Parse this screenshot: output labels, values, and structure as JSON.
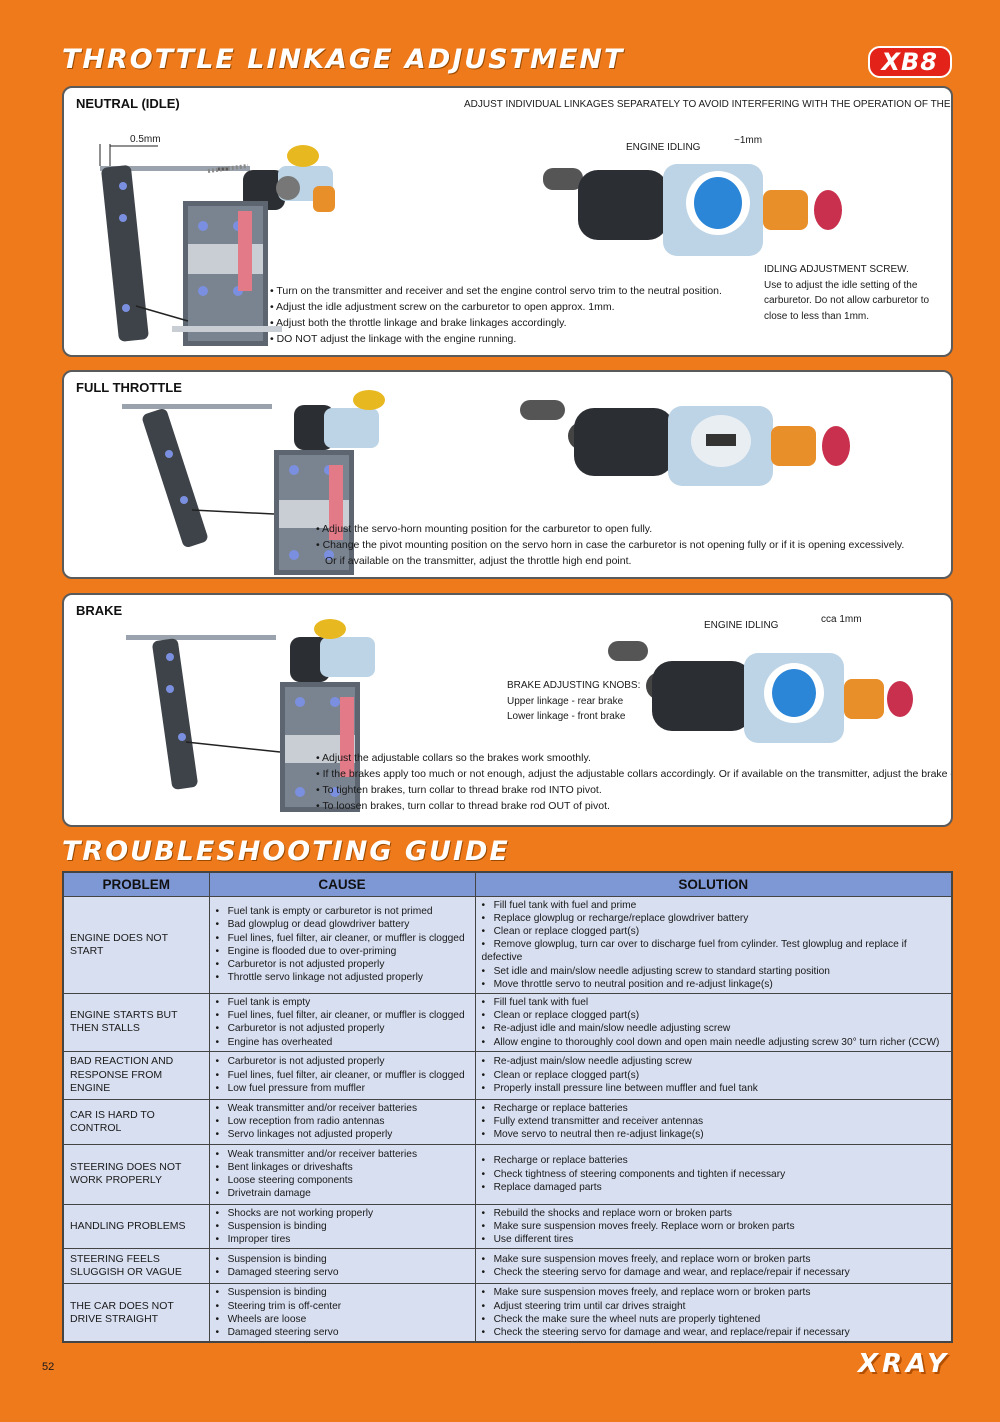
{
  "header": {
    "title": "THROTTLE LINKAGE ADJUSTMENT",
    "brand_badge": "XB8"
  },
  "neutral": {
    "label": "NEUTRAL (IDLE)",
    "note": "ADJUST INDIVIDUAL LINKAGES SEPARATELY TO AVOID INTERFERING WITH THE OPERATION OF THE OTHERS",
    "gap_label": "0.5mm",
    "engine_idling": "ENGINE IDLING",
    "idle_gap": "~1mm",
    "screw_title": "IDLING ADJUSTMENT SCREW.",
    "screw_text": [
      "Use to adjust the idle setting of the",
      "carburetor. Do not allow carburetor to",
      "close to less than 1mm."
    ],
    "bullets": [
      "Turn on the transmitter and receiver and set the engine control servo trim to the neutral position.",
      "Adjust the idle adjustment screw on the carburetor to open approx. 1mm.",
      "Adjust both the throttle linkage and brake linkages accordingly.",
      "DO NOT adjust the linkage with the engine running."
    ]
  },
  "full": {
    "label": "FULL THROTTLE",
    "bullets": [
      "Adjust the servo-horn mounting position for the carburetor to open fully.",
      "Change the pivot mounting position on the servo horn in case the carburetor is not opening fully or if it is opening excessively."
    ],
    "continuation": "Or if available on the transmitter, adjust the throttle high end point."
  },
  "brake": {
    "label": "BRAKE",
    "engine_idling": "ENGINE IDLING",
    "idle_gap": "cca 1mm",
    "knobs_title": "BRAKE ADJUSTING KNOBS:",
    "knobs_upper": "Upper linkage - rear brake",
    "knobs_lower": "Lower linkage - front brake",
    "bullets": [
      "Adjust the adjustable collars so the brakes work smoothly.",
      "If the brakes apply too much or not enough, adjust the adjustable collars accordingly. Or if available on the transmitter, adjust the brake endpoint.",
      "To tighten brakes, turn collar to thread brake rod INTO pivot.",
      "To loosen brakes, turn collar to thread brake rod OUT of pivot."
    ]
  },
  "troubleshooting": {
    "title": "TROUBLESHOOTING GUIDE",
    "headers": [
      "PROBLEM",
      "CAUSE",
      "SOLUTION"
    ],
    "rows": [
      {
        "problem": "ENGINE DOES NOT START",
        "causes": [
          "Fuel tank is empty or carburetor is not primed",
          "Bad glowplug or dead glowdriver battery",
          "Fuel lines, fuel filter, air cleaner, or muffler is clogged",
          "Engine is flooded due to over-priming",
          "Carburetor is not adjusted properly",
          "Throttle servo linkage not adjusted properly"
        ],
        "solutions": [
          "Fill fuel tank with fuel and prime",
          "Replace glowplug or recharge/replace glowdriver battery",
          "Clean or replace clogged part(s)",
          "Remove glowplug, turn car over to discharge fuel from cylinder. Test glowplug and replace if defective",
          "Set idle and main/slow needle adjusting screw to standard starting position",
          "Move throttle servo to neutral position and re-adjust linkage(s)"
        ]
      },
      {
        "problem": "ENGINE STARTS BUT THEN STALLS",
        "causes": [
          "Fuel tank is empty",
          "Fuel lines, fuel filter, air cleaner, or muffler is clogged",
          "Carburetor is not adjusted properly",
          "Engine has overheated"
        ],
        "solutions": [
          "Fill fuel tank with fuel",
          "Clean or replace clogged part(s)",
          "Re-adjust idle and main/slow needle adjusting screw",
          "Allow engine to thoroughly cool down and open main needle adjusting screw 30° turn richer (CCW)"
        ]
      },
      {
        "problem": "BAD REACTION AND RESPONSE FROM ENGINE",
        "causes": [
          "Carburetor is not adjusted properly",
          "Fuel lines, fuel filter, air cleaner, or muffler is clogged",
          "Low fuel pressure from muffler"
        ],
        "solutions": [
          "Re-adjust main/slow needle adjusting screw",
          "Clean or replace clogged part(s)",
          "Properly install pressure line between muffler and fuel tank"
        ]
      },
      {
        "problem": "CAR IS HARD TO CONTROL",
        "causes": [
          "Weak transmitter and/or receiver batteries",
          "Low reception from radio antennas",
          "Servo linkages not adjusted properly"
        ],
        "solutions": [
          "Recharge or replace batteries",
          "Fully extend transmitter and receiver antennas",
          "Move servo to neutral then re-adjust linkage(s)"
        ]
      },
      {
        "problem": "STEERING DOES NOT WORK PROPERLY",
        "causes": [
          "Weak transmitter and/or receiver batteries",
          "Bent linkages or driveshafts",
          "Loose steering components",
          "Drivetrain damage"
        ],
        "solutions": [
          "Recharge or replace batteries",
          "Check tightness of steering components and tighten if necessary",
          "Replace damaged parts"
        ]
      },
      {
        "problem": "HANDLING PROBLEMS",
        "causes": [
          "Shocks are not working properly",
          "Suspension is binding",
          "Improper tires"
        ],
        "solutions": [
          "Rebuild the shocks and replace worn or broken parts",
          "Make sure suspension moves freely. Replace worn or broken parts",
          "Use different tires"
        ]
      },
      {
        "problem": "STEERING FEELS SLUGGISH OR VAGUE",
        "causes": [
          "Suspension is binding",
          "Damaged steering servo"
        ],
        "solutions": [
          "Make sure suspension moves freely, and replace worn or broken parts",
          "Check the steering servo for damage and wear, and replace/repair if necessary"
        ]
      },
      {
        "problem": "THE CAR DOES NOT DRIVE STRAIGHT",
        "causes": [
          "Suspension is binding",
          "Steering trim is off-center",
          "Wheels are loose",
          "Damaged steering servo"
        ],
        "solutions": [
          "Make sure suspension moves freely, and replace worn or broken parts",
          "Adjust steering trim until car drives straight",
          "Check the make sure the wheel nuts are properly tightened",
          "Check the steering servo for damage and wear, and replace/repair if necessary"
        ]
      }
    ]
  },
  "footer": {
    "page_number": "52",
    "brand": "XRAY"
  }
}
